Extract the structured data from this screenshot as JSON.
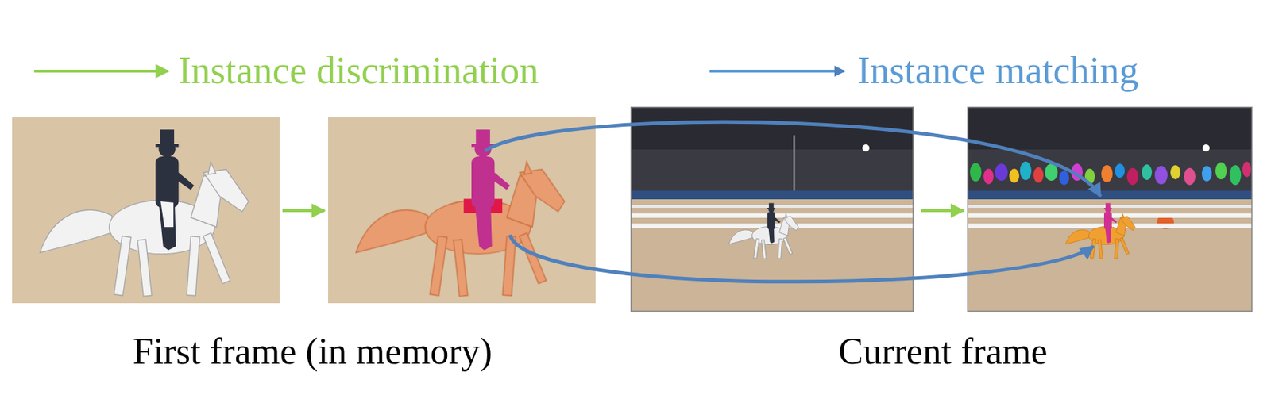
{
  "diagram": {
    "labels": [
      "First frame (in memory)",
      "Current frame"
    ],
    "legend": [
      {
        "text": "Instance discrimination"
      },
      {
        "text": "Instance matching"
      }
    ]
  }
}
